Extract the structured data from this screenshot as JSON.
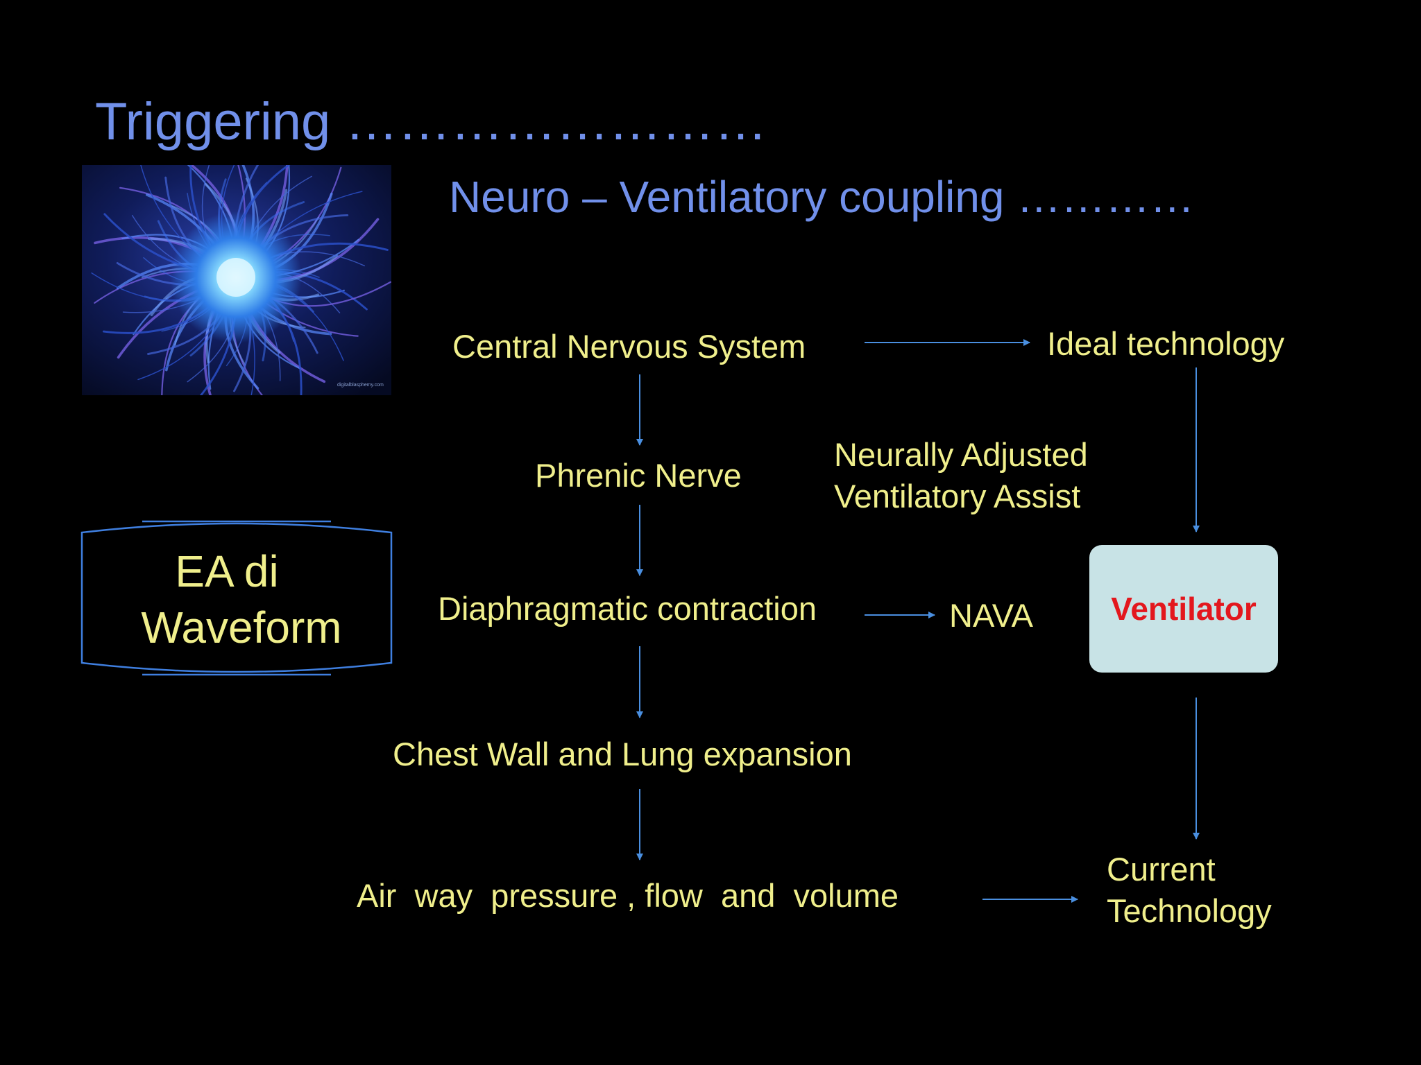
{
  "slide": {
    "title": "Triggering ……………………",
    "subtitle": "Neuro – Ventilatory coupling …………"
  },
  "image": {
    "description_icon": "blue-flower-image",
    "watermark": "digitalblasphemy.com"
  },
  "waveform_box": {
    "line1": "EA di",
    "line2": "Waveform"
  },
  "flow": {
    "cns": "Central Nervous System",
    "phrenic": "Phrenic Nerve",
    "diaphragm": "Diaphragmatic contraction",
    "chest": "Chest Wall and Lung expansion",
    "airway": "Air  way  pressure , flow  and  volume"
  },
  "right": {
    "ideal": "Ideal technology",
    "nava_full_line1": "Neurally Adjusted",
    "nava_full_line2": "Ventilatory Assist",
    "nava": "NAVA",
    "ventilator": "Ventilator",
    "current_line1": "Current",
    "current_line2": "Technology"
  },
  "colors": {
    "background": "#000000",
    "title": "#7190ea",
    "text": "#f0ef8c",
    "arrow": "#4a8fe0",
    "ventilator_box": "#c8e3e6",
    "ventilator_text": "#e3171d"
  }
}
